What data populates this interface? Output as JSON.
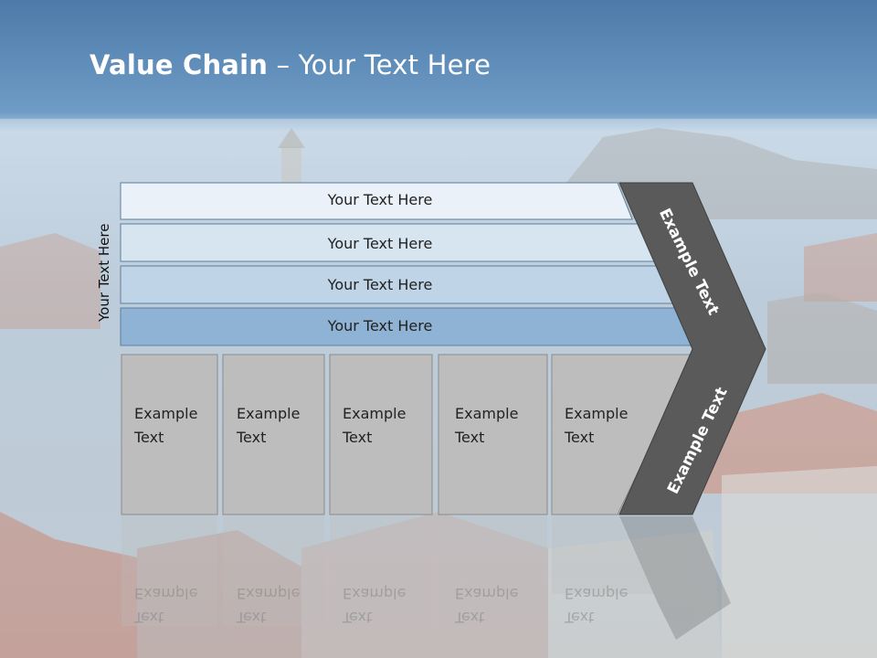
{
  "slide": {
    "title_bold": "Value Chain",
    "title_rest": " – Your Text Here",
    "vertical_label": "Your Text Here"
  },
  "bands": [
    {
      "label": "Your Text Here",
      "color": "#eaf1f8"
    },
    {
      "label": "Your Text Here",
      "color": "#d7e5f1"
    },
    {
      "label": "Your Text Here",
      "color": "#bfd4e7"
    },
    {
      "label": "Your Text Here",
      "color": "#8eb3d4"
    }
  ],
  "boxes": [
    {
      "line1": "Example",
      "line2": "Text"
    },
    {
      "line1": "Example",
      "line2": "Text"
    },
    {
      "line1": "Example",
      "line2": "Text"
    },
    {
      "line1": "Example",
      "line2": "Text"
    },
    {
      "line1": "Example",
      "line2": "Text"
    }
  ],
  "arrow": {
    "upper_label": "Example Text",
    "lower_label": "Example Text",
    "color": "#5a5a5a"
  },
  "colors": {
    "sky_top": "#5c8ab8",
    "box_fill": "#bdbdbd",
    "box_border": "#8a8a8a"
  }
}
